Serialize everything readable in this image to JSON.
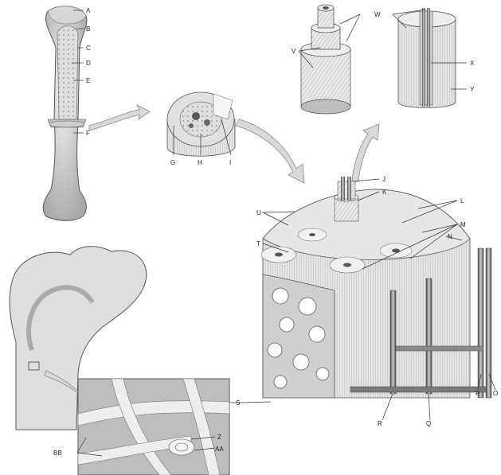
{
  "labels": {
    "A": "A",
    "B": "B",
    "C": "C",
    "D": "D",
    "E": "E",
    "F": "F",
    "G": "G",
    "H": "H",
    "I": "I",
    "J": "J",
    "K": "K",
    "L": "L",
    "M": "M",
    "N": "N",
    "O": "O",
    "P": "P",
    "Q": "Q",
    "R": "R",
    "S": "S",
    "T": "T",
    "U": "U",
    "V": "V",
    "W": "W",
    "X": "X",
    "Y": "Y",
    "Z": "Z",
    "AA": "AA",
    "BB": "BB"
  }
}
